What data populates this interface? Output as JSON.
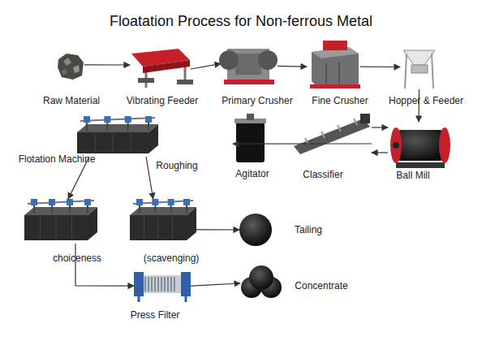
{
  "diagram": {
    "title": "Floatation Process for Non-ferrous Metal",
    "nodes": [
      {
        "text": [
          "Raw Material"
        ]
      },
      {
        "text": [
          "Vibrating Feeder"
        ]
      },
      {
        "text": [
          "Primary Crusher"
        ]
      },
      {
        "text": [
          "Fine Crusher"
        ]
      },
      {
        "text": [
          "Hopper & Feeder"
        ]
      },
      {
        "text": [
          "Flotation Machine",
          "Roughing"
        ]
      },
      {
        "text": [
          "Agitator"
        ]
      },
      {
        "text": [
          "Classifier"
        ]
      },
      {
        "text": [
          "Ball Mill"
        ]
      },
      {
        "text": [
          "choiceness"
        ]
      },
      {
        "text": [
          "(scavenging)"
        ]
      },
      {
        "text": [
          "Tailing"
        ]
      },
      {
        "text": [
          "Press Filter"
        ]
      },
      {
        "text": [
          "Concentrate"
        ]
      }
    ],
    "edges": [
      {
        "from": 0,
        "to": 1,
        "arrow": "to"
      },
      {
        "from": 1,
        "to": 2,
        "arrow": "to"
      },
      {
        "from": 2,
        "to": 3,
        "arrow": "to"
      },
      {
        "from": 3,
        "to": 4,
        "arrow": "to"
      },
      {
        "from": 4,
        "to": 8,
        "arrow": "to"
      },
      {
        "from": 8,
        "to": 7,
        "arrow": "to"
      },
      {
        "from": 7,
        "to": 8,
        "arrow": "to"
      },
      {
        "from": 7,
        "to": 6,
        "arrow": "to"
      },
      {
        "from": 5,
        "to": 9,
        "arrow": "to"
      },
      {
        "from": 5,
        "to": 10,
        "arrow": "to"
      },
      {
        "from": 10,
        "to": 11,
        "arrow": "to"
      },
      {
        "from": 9,
        "to": 12,
        "arrow": "to"
      },
      {
        "from": 12,
        "to": 13,
        "arrow": "to"
      }
    ]
  }
}
